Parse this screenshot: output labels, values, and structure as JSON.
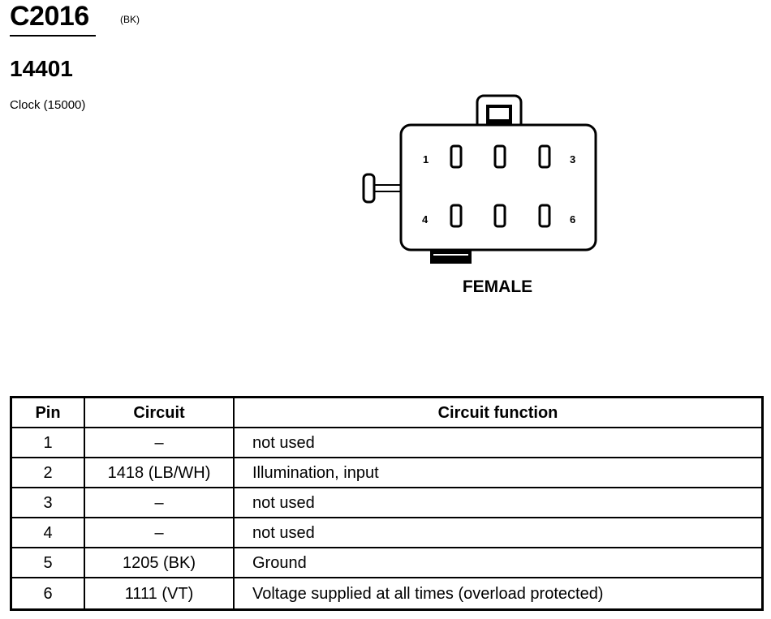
{
  "connector": {
    "id": "C2016",
    "color_code": "(BK)",
    "part_number": "14401",
    "description": "Clock (15000)"
  },
  "diagram": {
    "view_label": "FEMALE",
    "pin_labels": {
      "top_left": "1",
      "top_right": "3",
      "bottom_left": "4",
      "bottom_right": "6"
    }
  },
  "table": {
    "headers": {
      "pin": "Pin",
      "circuit": "Circuit",
      "function": "Circuit function"
    },
    "rows": [
      {
        "pin": "1",
        "circuit": "–",
        "function": "not used"
      },
      {
        "pin": "2",
        "circuit": "1418 (LB/WH)",
        "function": "Illumination, input"
      },
      {
        "pin": "3",
        "circuit": "–",
        "function": "not used"
      },
      {
        "pin": "4",
        "circuit": "–",
        "function": "not used"
      },
      {
        "pin": "5",
        "circuit": "1205 (BK)",
        "function": "Ground"
      },
      {
        "pin": "6",
        "circuit": "1111 (VT)",
        "function": "Voltage supplied at all times (overload protected)"
      }
    ]
  },
  "colors": {
    "ink": "#000000",
    "paper": "#ffffff"
  }
}
